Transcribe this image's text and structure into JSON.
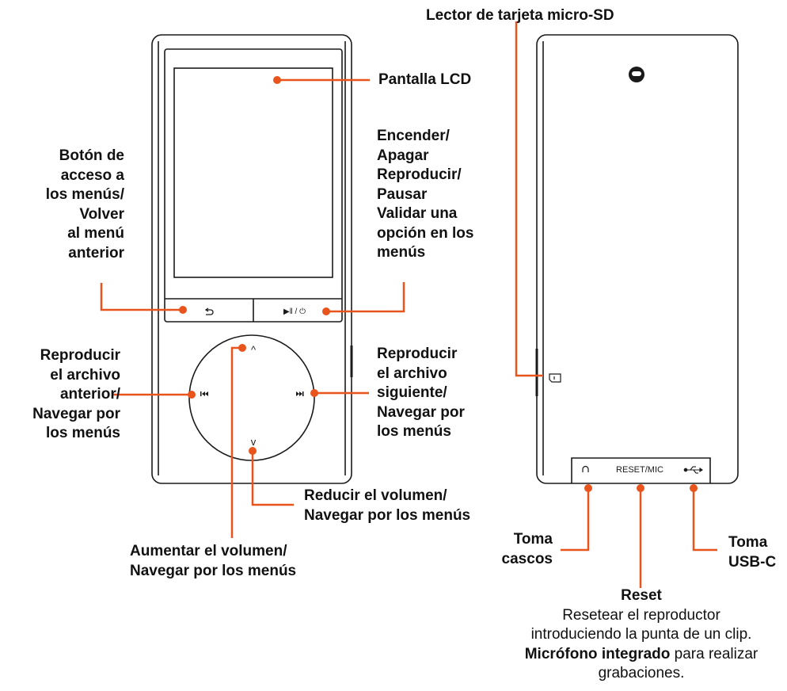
{
  "colors": {
    "accent": "#e8541c",
    "outline": "#1a1a1a"
  },
  "device_front": {
    "back_icon": "back-arrow-icon",
    "play_power_text": "▶‖ / ⏻",
    "up_mark": "^",
    "down_mark": "v",
    "prev_icon": "previous-track-icon",
    "next_icon": "next-track-icon"
  },
  "device_back": {
    "brand_logo": "logo-b-icon",
    "sd_slot_icon": "microsd-card-icon",
    "port_panel": {
      "headphone_icon": "headphone-icon",
      "reset_text": "RESET/MIC",
      "usb_icon": "usb-icon"
    }
  },
  "labels": {
    "sd_reader": "Lector de tarjeta micro-SD",
    "lcd": "Pantalla LCD",
    "power": [
      "Encender/",
      "Apagar",
      "Reproducir/",
      "Pausar",
      "Validar una",
      "opción en los",
      "menús"
    ],
    "menu_button": [
      "Botón de",
      "acceso a",
      "los menús/",
      "Volver",
      "al menú",
      "anterior"
    ],
    "prev": [
      "Reproducir",
      "el archivo",
      "anterior/",
      "Navegar por",
      "los menús"
    ],
    "next": [
      "Reproducir",
      "el archivo",
      "siguiente/",
      "Navegar por",
      "los menús"
    ],
    "vol_down": [
      "Reducir el volumen/",
      "Navegar por los menús"
    ],
    "vol_up": [
      "Aumentar el volumen/",
      "Navegar por los menús"
    ],
    "headphones": [
      "Toma",
      "cascos"
    ],
    "usb": [
      "Toma",
      "USB-C"
    ],
    "reset_title": "Reset",
    "reset_line1": "Resetear el reproductor",
    "reset_line2": "introduciendo la punta de un clip.",
    "reset_mic_bold": "Micrófono integrado",
    "reset_mic_rest": " para realizar",
    "reset_line4": "grabaciones."
  }
}
